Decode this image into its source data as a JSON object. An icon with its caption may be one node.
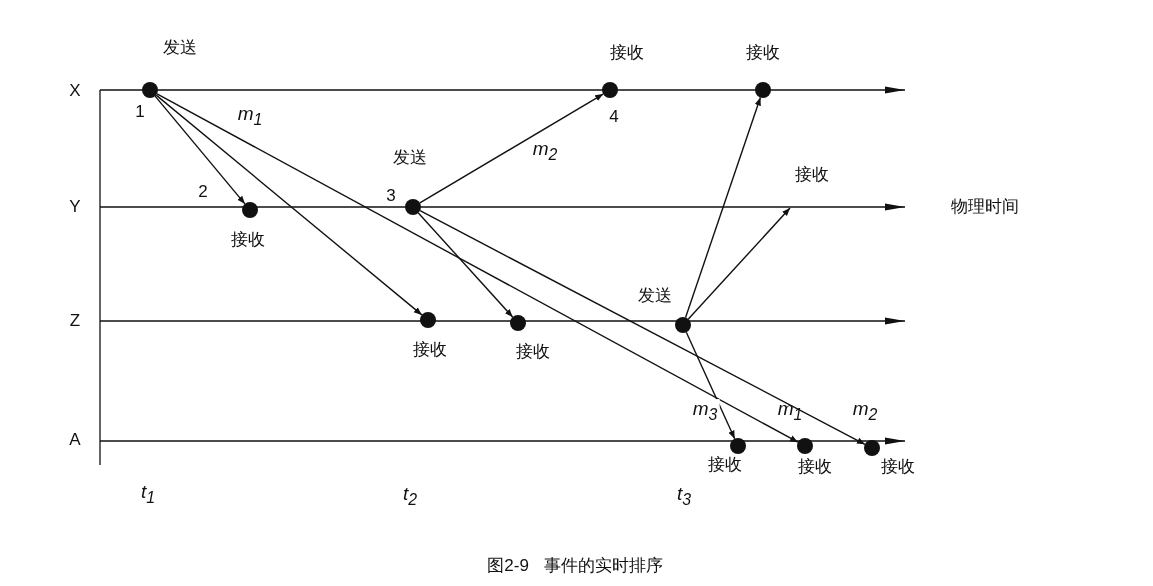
{
  "diagram": {
    "caption": "图2-9 事件的实时排序",
    "nodes": [
      {
        "text": [],
        "shape": "circle",
        "beside": [
          "发送",
          "1"
        ]
      },
      {
        "text": [],
        "shape": "circle",
        "beside": [
          "2",
          "接收"
        ]
      },
      {
        "text": [],
        "shape": "circle",
        "beside": [
          "发送",
          "3"
        ]
      },
      {
        "text": [],
        "shape": "circle",
        "beside": [
          "接收",
          "4"
        ]
      },
      {
        "text": [],
        "shape": "circle",
        "beside": [
          "接收"
        ]
      },
      {
        "text": [],
        "shape": "circle",
        "beside": [
          "接收"
        ]
      },
      {
        "text": [],
        "shape": "circle",
        "beside": [
          "接收"
        ]
      },
      {
        "text": [],
        "shape": "circle",
        "beside": [
          "发送"
        ]
      },
      {
        "text": [],
        "shape": "circle",
        "beside": [
          "接收"
        ]
      },
      {
        "text": [],
        "shape": "circle",
        "beside": [
          "接收"
        ]
      },
      {
        "text": [],
        "shape": "circle",
        "beside": [
          "接收"
        ]
      }
    ],
    "edges": [
      {
        "from": 0,
        "to": 1,
        "arrow": "to"
      },
      {
        "from": 0,
        "to": 5,
        "arrow": "to"
      },
      {
        "from": 0,
        "to": 9,
        "arrow": "to",
        "label": "m$_{1}$"
      },
      {
        "from": 2,
        "to": 3,
        "arrow": "to",
        "label": "m$_{2}$"
      },
      {
        "from": 2,
        "to": 6,
        "arrow": "to"
      },
      {
        "from": 2,
        "to": 10,
        "arrow": "to",
        "label": "m$_{2}$"
      },
      {
        "from": 7,
        "to": 4,
        "arrow": "to"
      },
      {
        "from": 7,
        "to": null,
        "arrow": "to"
      },
      {
        "from": 7,
        "to": 8,
        "arrow": "to",
        "label": "m$_{3}$"
      }
    ],
    "labels": [
      "X",
      "Y",
      "Z",
      "A",
      "物理时间",
      "接收",
      "m$_{1}$",
      "t$_{1}$",
      "t$_{2}$",
      "t$_{3}$"
    ]
  }
}
